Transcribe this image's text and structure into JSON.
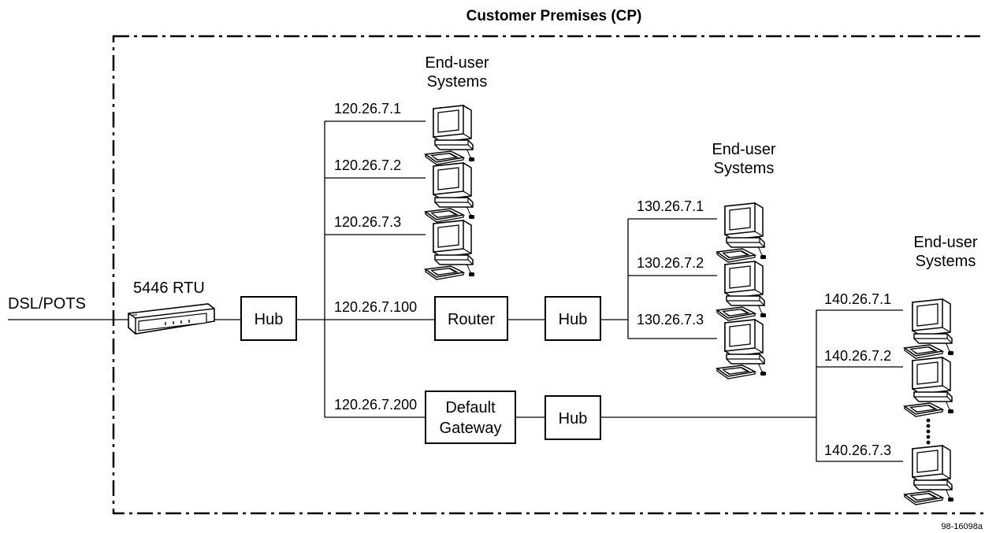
{
  "title": "Customer Premises (CP)",
  "figure_id": "98-16098a",
  "dsl_label": "DSL/POTS",
  "rtu_label": "5446 RTU",
  "boxes": {
    "hub1": "Hub",
    "router": "Router",
    "hub2": "Hub",
    "gateway_line1": "Default",
    "gateway_line2": "Gateway",
    "hub3": "Hub"
  },
  "groups": [
    {
      "line1": "End-user",
      "line2": "Systems",
      "addresses": [
        "120.26.7.1",
        "120.26.7.2",
        "120.26.7.3"
      ]
    },
    {
      "line1": "End-user",
      "line2": "Systems",
      "addresses": [
        "130.26.7.1",
        "130.26.7.2",
        "130.26.7.3"
      ]
    },
    {
      "line1": "End-user",
      "line2": "Systems",
      "addresses": [
        "140.26.7.1",
        "140.26.7.2",
        "140.26.7.3"
      ]
    }
  ],
  "router_address": "120.26.7.100",
  "gateway_address": "120.26.7.200",
  "icons": {
    "workstation": "computer-icon",
    "modem": "modem-icon"
  }
}
